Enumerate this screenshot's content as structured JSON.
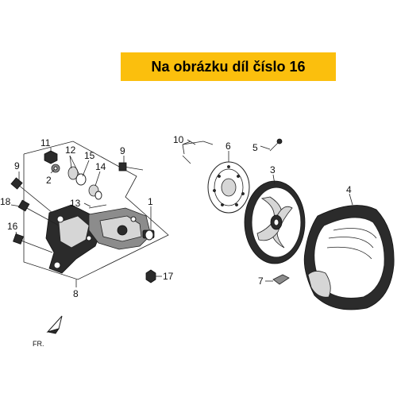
{
  "banner": {
    "text": "Na obrázku díl číslo 16"
  },
  "labels": {
    "l1": "1",
    "l2": "2",
    "l3": "3",
    "l4": "4",
    "l5": "5",
    "l6": "6",
    "l7": "7",
    "l8": "8",
    "l9a": "9",
    "l9b": "9",
    "l10": "10",
    "l11": "11",
    "l12": "12",
    "l13": "13",
    "l14": "14",
    "l15": "15",
    "l16": "16",
    "l17": "17",
    "l18": "18",
    "fr": "FR."
  },
  "colors": {
    "banner": "#fbbf0d"
  }
}
